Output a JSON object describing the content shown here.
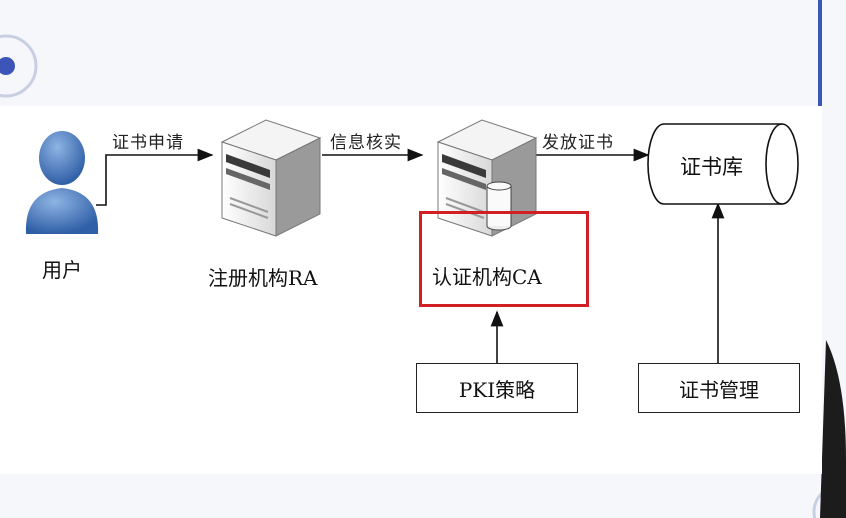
{
  "diagram": {
    "nodes": {
      "user": "用户",
      "ra": "注册机构RA",
      "ca": "认证机构CA",
      "repository": "证书库",
      "pki_policy": "PKI策略",
      "cert_management": "证书管理"
    },
    "edges": {
      "user_to_ra": "证书申请",
      "ra_to_ca": "信息核实",
      "ca_to_repository": "发放证书"
    },
    "highlight_color": "#d21f26",
    "icons": [
      "user-icon",
      "server-icon",
      "server-icon",
      "database-icon"
    ]
  }
}
